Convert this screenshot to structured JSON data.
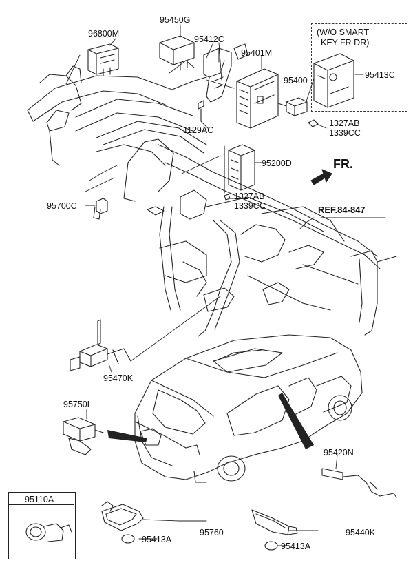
{
  "labels": {
    "p96800M": "96800M",
    "p95450G": "95450G",
    "p95412C": "95412C",
    "p95401M": "95401M",
    "p95400": "95400",
    "p95413C": "95413C",
    "wo_smart_line1": "(W/O SMART",
    "wo_smart_line2": "KEY-FR DR)",
    "p1129AC": "1129AC",
    "p1327AB_a": "1327AB",
    "p1339CC_a": "1339CC",
    "p95200D": "95200D",
    "fr": "FR.",
    "p1327AB_b": "1327AB",
    "p1339CC_b": "1339CC",
    "p95700C": "95700C",
    "ref": "REF.84-847",
    "p95470K": "95470K",
    "p95750L": "95750L",
    "p95420N": "95420N",
    "p95110A": "95110A",
    "p95760": "95760",
    "p95413A_a": "95413A",
    "p95440K": "95440K",
    "p95413A_b": "95413A"
  }
}
